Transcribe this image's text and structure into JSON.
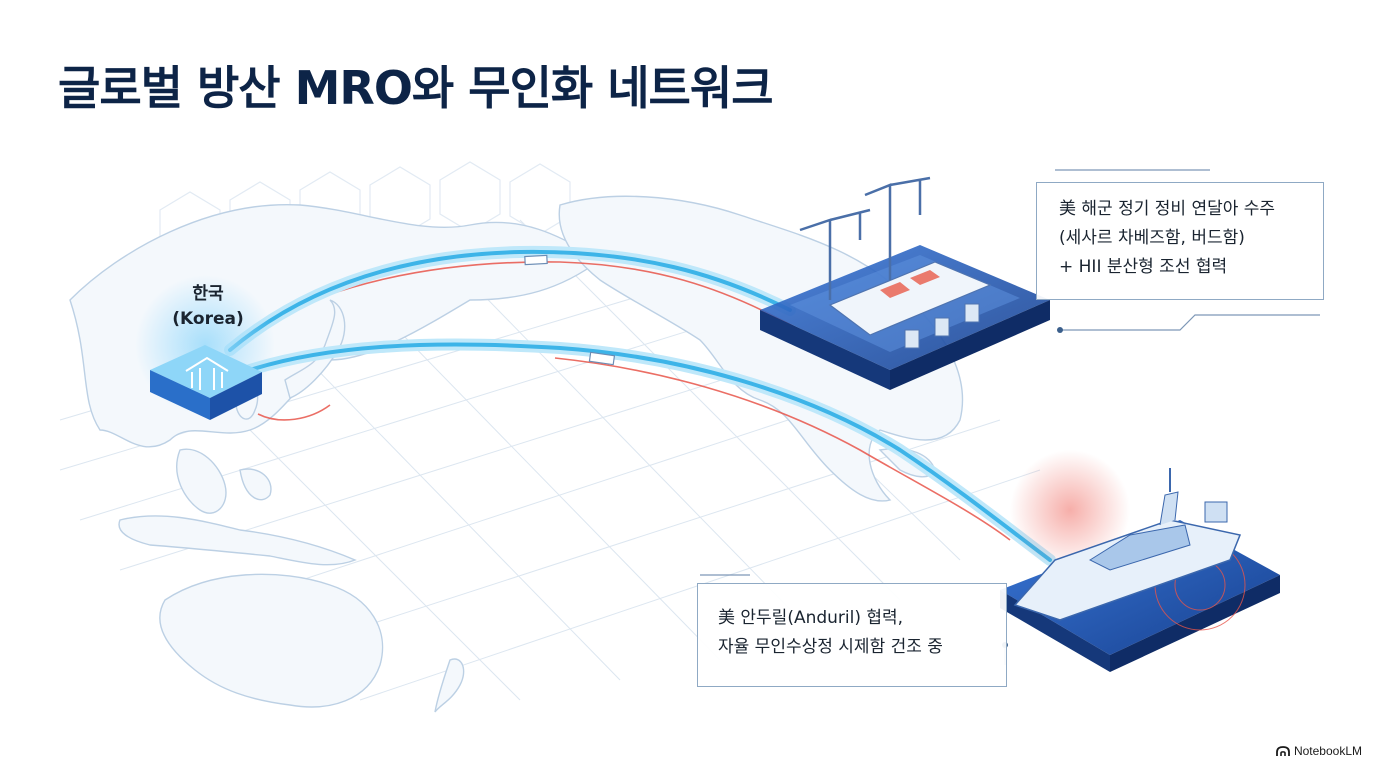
{
  "title": "글로벌 방산 MRO와 무인화 네트워크",
  "korea": {
    "label_ko": "한국",
    "label_en": "(Korea)"
  },
  "callout_navy": {
    "line1": "美 해군 정기 정비 연달아 수주",
    "line2": "(세사르 차베즈함, 버드함)",
    "line3": "+ HII 분산형 조선 협력"
  },
  "callout_anduril": {
    "line1": "美 안두릴(Anduril) 협력,",
    "line2": "자율 무인수상정 시제함 건조 중"
  },
  "brand": {
    "name": "NotebookLM"
  },
  "colors": {
    "title": "#0d2447",
    "arc": "#3db4e8",
    "arc_glow": "#bfe8fa",
    "trace": "#e8554a",
    "platform": "#1f4fa8",
    "map": "#c9d9ea"
  }
}
